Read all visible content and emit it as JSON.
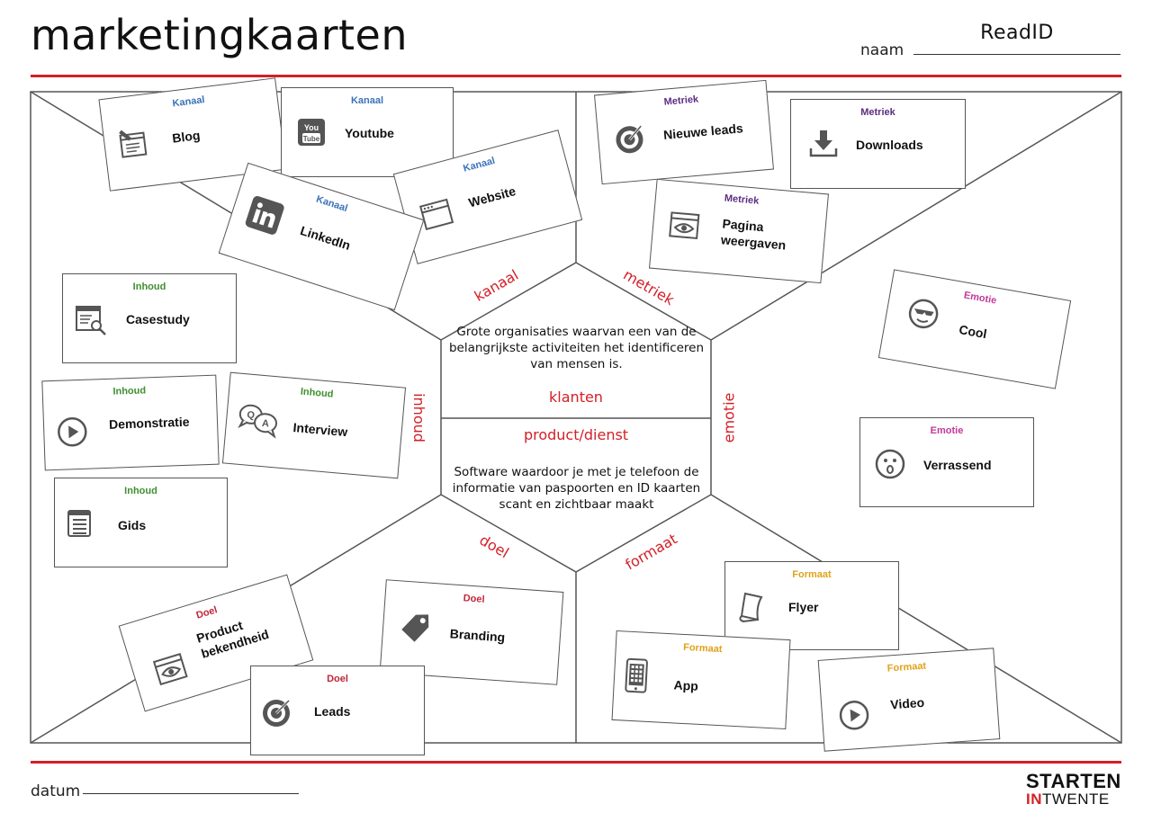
{
  "header": {
    "title": "marketingkaarten",
    "naam_label": "naam",
    "naam_value": "ReadID"
  },
  "footer": {
    "datum_label": "datum",
    "logo_line1": "STARTEN",
    "logo_in": "IN",
    "logo_rest": "TWENTE"
  },
  "center": {
    "klanten_text": "Grote organisaties waarvan een van de belangrijkste activiteiten het identificeren van mensen is.",
    "klanten_label": "klanten",
    "product_label": "product/dienst",
    "product_text": "Software waardoor je met je telefoon de informatie van paspoorten en ID kaarten scant en zichtbaar maakt"
  },
  "segments": {
    "kanaal": "kanaal",
    "metriek": "metriek",
    "inhoud": "inhoud",
    "emotie": "emotie",
    "doel": "doel",
    "formaat": "formaat"
  },
  "colors": {
    "kanaal": "#3a73b8",
    "metriek": "#5b2d82",
    "inhoud": "#3f8f2f",
    "emotie": "#c2399a",
    "doel": "#c0263a",
    "formaat": "#e0a21a",
    "accent": "#d32027"
  },
  "cards": {
    "blog": {
      "category": "Kanaal",
      "label": "Blog",
      "icon": "blog-icon"
    },
    "youtube": {
      "category": "Kanaal",
      "label": "Youtube",
      "icon": "youtube-icon"
    },
    "website": {
      "category": "Kanaal",
      "label": "Website",
      "icon": "browser-icon"
    },
    "linkedin": {
      "category": "Kanaal",
      "label": "LinkedIn",
      "icon": "linkedin-icon"
    },
    "nieuwe_leads": {
      "category": "Metriek",
      "label": "Nieuwe leads",
      "icon": "target-icon"
    },
    "downloads": {
      "category": "Metriek",
      "label": "Downloads",
      "icon": "download-icon"
    },
    "pagina": {
      "category": "Metriek",
      "label_1": "Pagina",
      "label_2": "weergaven",
      "icon": "eye-browser-icon"
    },
    "casestudy": {
      "category": "Inhoud",
      "label": "Casestudy",
      "icon": "document-search-icon"
    },
    "demonstratie": {
      "category": "Inhoud",
      "label": "Demonstratie",
      "icon": "play-icon"
    },
    "interview": {
      "category": "Inhoud",
      "label": "Interview",
      "icon": "qa-bubbles-icon",
      "q": "Q",
      "a": "A"
    },
    "gids": {
      "category": "Inhoud",
      "label": "Gids",
      "icon": "list-document-icon"
    },
    "cool": {
      "category": "Emotie",
      "label": "Cool",
      "icon": "sunglasses-face-icon"
    },
    "verrassend": {
      "category": "Emotie",
      "label": "Verrassend",
      "icon": "surprised-face-icon"
    },
    "product": {
      "category": "Doel",
      "label_1": "Product",
      "label_2": "bekendheid",
      "icon": "eye-browser-icon"
    },
    "branding": {
      "category": "Doel",
      "label": "Branding",
      "icon": "tag-icon"
    },
    "leads": {
      "category": "Doel",
      "label": "Leads",
      "icon": "target-icon"
    },
    "flyer": {
      "category": "Formaat",
      "label": "Flyer",
      "icon": "paper-icon"
    },
    "app": {
      "category": "Formaat",
      "label": "App",
      "icon": "phone-icon"
    },
    "video": {
      "category": "Formaat",
      "label": "Video",
      "icon": "play-icon"
    }
  }
}
